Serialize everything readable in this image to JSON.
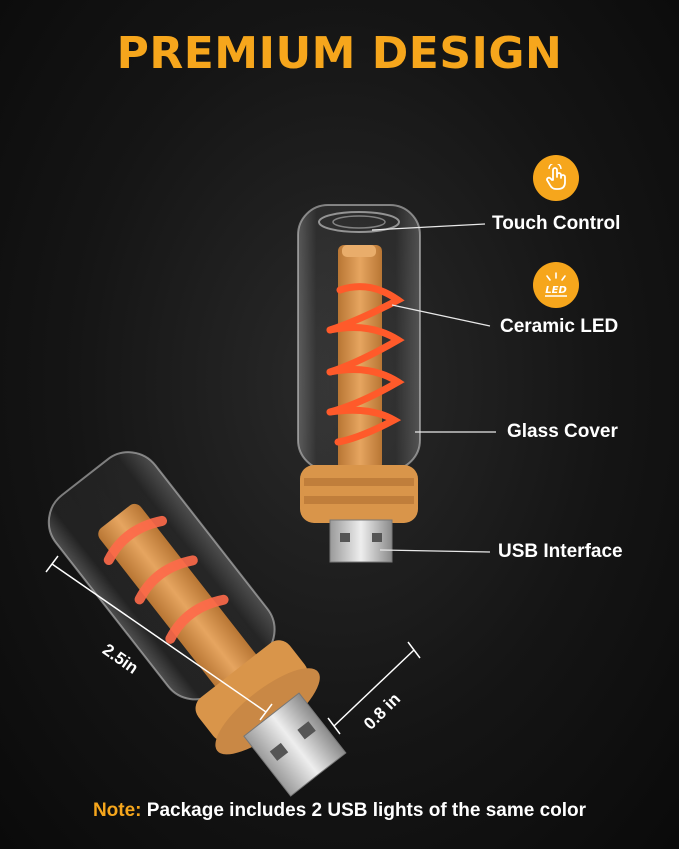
{
  "title": "PREMIUM DESIGN",
  "labels": {
    "touch": "Touch Control",
    "led": "Ceramic LED",
    "glass": "Glass Cover",
    "usb": "USB Interface"
  },
  "icons": {
    "touch": "hand-touch-icon",
    "led": "led-icon",
    "led_text": "LED"
  },
  "dimensions": {
    "length": "2.5in",
    "width": "0.8 in"
  },
  "note": {
    "prefix": "Note:",
    "text": " Package includes 2 USB lights of the same color"
  },
  "colors": {
    "accent": "#f6a61c",
    "filament": "#ff5a2a",
    "base": "#d9954a"
  }
}
